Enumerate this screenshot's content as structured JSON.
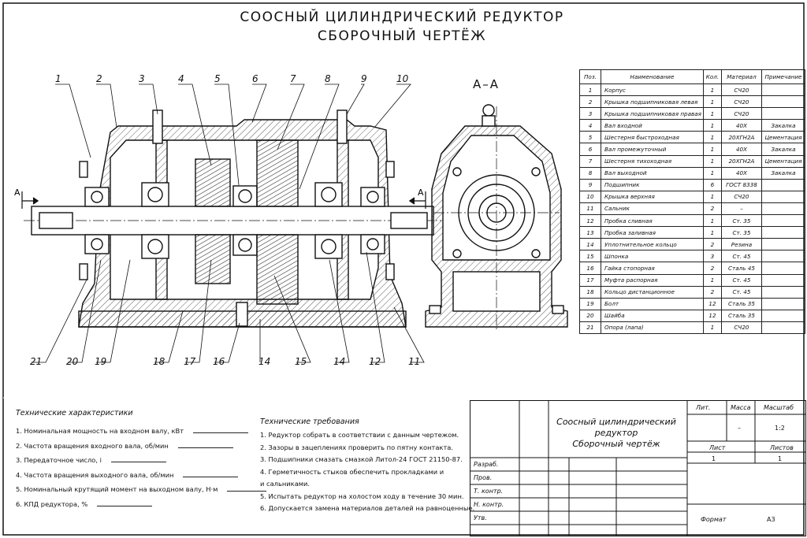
{
  "title": {
    "line1": "СООСНЫЙ ЦИЛИНДРИЧЕСКИЙ РЕДУКТОР",
    "line2": "СБОРОЧНЫЙ ЧЕРТЁЖ"
  },
  "section_label": "А–А",
  "cut_markers": {
    "left": "А",
    "right": "А"
  },
  "callouts_top": [
    "1",
    "2",
    "3",
    "4",
    "5",
    "6",
    "7",
    "8",
    "9",
    "10"
  ],
  "callouts_bottom": [
    "21",
    "20",
    "19",
    "18",
    "17",
    "16",
    "14",
    "15",
    "14",
    "12",
    "11"
  ],
  "parts_table": {
    "headers": [
      "Поз.",
      "Наименование",
      "Кол.",
      "Материал",
      "Примечание"
    ],
    "rows": [
      [
        "1",
        "Корпус",
        "1",
        "СЧ20",
        ""
      ],
      [
        "2",
        "Крышка подшипниковая левая",
        "1",
        "СЧ20",
        ""
      ],
      [
        "3",
        "Крышка подшипниковая правая",
        "1",
        "СЧ20",
        ""
      ],
      [
        "4",
        "Вал входной",
        "1",
        "40Х",
        "Закалка"
      ],
      [
        "5",
        "Шестерня быстроходная",
        "1",
        "20ХГН2А",
        "Цементация"
      ],
      [
        "6",
        "Вал промежуточный",
        "1",
        "40Х",
        "Закалка"
      ],
      [
        "7",
        "Шестерня тихоходная",
        "1",
        "20ХГН2А",
        "Цементация"
      ],
      [
        "8",
        "Вал выходной",
        "1",
        "40Х",
        "Закалка"
      ],
      [
        "9",
        "Подшипник",
        "6",
        "ГОСТ 8338",
        ""
      ],
      [
        "10",
        "Крышка верхняя",
        "1",
        "СЧ20",
        ""
      ],
      [
        "11",
        "Сальник",
        "2",
        "–",
        ""
      ],
      [
        "12",
        "Пробка сливная",
        "1",
        "Ст. 35",
        ""
      ],
      [
        "13",
        "Пробка заливная",
        "1",
        "Ст. 35",
        ""
      ],
      [
        "14",
        "Уплотнительное кольцо",
        "2",
        "Резина",
        ""
      ],
      [
        "15",
        "Шпонка",
        "3",
        "Ст. 45",
        ""
      ],
      [
        "16",
        "Гайка стопорная",
        "2",
        "Сталь 45",
        ""
      ],
      [
        "17",
        "Муфта распорная",
        "1",
        "Ст. 45",
        ""
      ],
      [
        "18",
        "Кольцо дистанционное",
        "2",
        "Ст. 45",
        ""
      ],
      [
        "19",
        "Болт",
        "12",
        "Сталь 35",
        ""
      ],
      [
        "20",
        "Шайба",
        "12",
        "Сталь 35",
        ""
      ],
      [
        "21",
        "Опора (лапа)",
        "1",
        "СЧ20",
        ""
      ]
    ]
  },
  "specs": {
    "title": "Технические характеристики",
    "items": [
      "1. Номинальная мощность на входном валу, кВт",
      "2. Частота вращения входного вала, об/мин",
      "3. Передаточное число, i",
      "4. Частота вращения выходного вала, об/мин",
      "5. Номинальный крутящий момент на выходном валу, Н·м",
      "6. КПД редуктора, %"
    ]
  },
  "requirements": {
    "title": "Технические требования",
    "items": [
      "1. Редуктор собрать в соответствии с данным чертежом.",
      "2. Зазоры в зацеплениях проверить по пятну контакта.",
      "3. Подшипники смазать смазкой Литол-24 ГОСТ 21150-87.",
      "4. Герметичность стыков обеспечить прокладками и",
      "и сальниками.",
      "5. Испытать редуктор на холостом ходу в течение 30 мин.",
      "6. Допускается замена материалов деталей на равноценные."
    ]
  },
  "title_block": {
    "name_lines": [
      "Соосный цилиндрический",
      "редуктор",
      "Сборочный чертёж"
    ],
    "lit": "Лит.",
    "mass": "Масса",
    "scale": "Масштаб",
    "mass_value": "–",
    "scale_value": "1:2",
    "sheet": "Лист",
    "sheets": "Листов",
    "sheet_value": "1",
    "sheets_value": "1",
    "roles": [
      "Разраб.",
      "Пров.",
      "Т. контр.",
      "Н. контр.",
      "Утв."
    ],
    "format_label": "Формат",
    "format_value": "А3"
  }
}
